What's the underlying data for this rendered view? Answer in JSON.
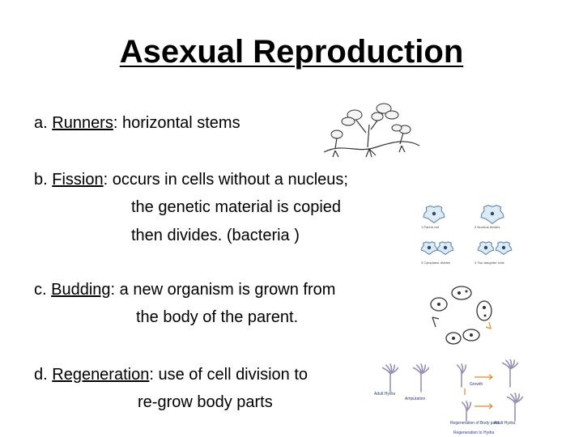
{
  "title": "Asexual Reproduction",
  "items": [
    {
      "letter": "a.",
      "term": "Runners",
      "rest": ": horizontal stems",
      "lines": [],
      "figure": {
        "icon": "strawberry-runner-plant-icon"
      }
    },
    {
      "letter": "b.",
      "term": "Fission",
      "rest": ": occurs in cells without a nucleus;",
      "lines": [
        "the genetic material is copied",
        "then divides. (bacteria )"
      ],
      "figure": {
        "icon": "binary-fission-cells-icon",
        "captions": [
          "1 Parent cell",
          "2 Nucleus divides",
          "3 Cytoplasm divides",
          "4 Two daughter cells"
        ]
      }
    },
    {
      "letter": "c.",
      "term": "Budding",
      "rest": ": a new organism is grown from",
      "lines": [
        "the body of the parent."
      ],
      "figure": {
        "icon": "yeast-budding-cycle-icon"
      }
    },
    {
      "letter": "d.",
      "term": "Regeneration",
      "rest": ": use of cell division to",
      "lines": [
        "re-grow body parts"
      ],
      "figure": {
        "icon": "hydra-regeneration-icon",
        "captions": [
          "Adult Hydra",
          "Amputation",
          "Growth",
          "Regeneration of Body parts",
          "Regeneration to Hydra",
          "Adult Hydra"
        ]
      }
    }
  ],
  "colors": {
    "cell_fill": "#dcebf6",
    "cell_stroke": "#6a8fb0",
    "arrow": "#e28a2b",
    "hydra": "#9a8fb4"
  }
}
